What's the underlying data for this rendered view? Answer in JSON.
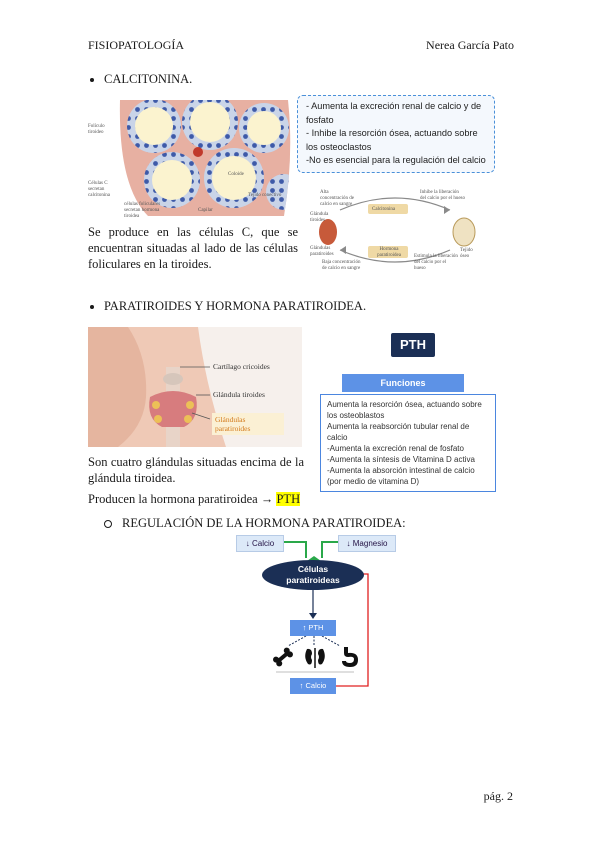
{
  "header": {
    "left": "FISIOPATOLOGÍA",
    "right": "Nerea García Pato"
  },
  "calcitonina": {
    "heading": "CALCITONINA.",
    "image_labels": {
      "foliculo": "Folículo tiroideo",
      "celulas_c": "Células C secretan calcitonina",
      "celulas_foliculares": "células foliculares secretan hormona tiroidea",
      "coloide": "Coloide",
      "capilar": "Capilar",
      "tejido": "Tejido conectivo"
    },
    "paragraph": "Se produce en las células C, que se encuentran situadas al lado de las células foliculares en la tiroides.",
    "effects": [
      "- Aumenta la excreción renal de calcio y de fosfato",
      "- Inhibe la resorción ósea, actuando sobre los osteoclastos",
      "-No es esencial para la regulación del calcio"
    ],
    "diagram_labels": {
      "alta": "Alta concentración de calcio en sangre",
      "tiroides": "Glándula tiroides",
      "calcitonina": "Calcitonina",
      "paratiroides": "Glándulas paratiroides",
      "hormona": "Hormona paratiroidea",
      "baja": "Baja concentración de calcio en sangre",
      "inhibe": "Inhibe la liberación del calcio por el hueso",
      "estimula": "Estimula la liberación del calcio por el hueso",
      "tejido_oseo": "Tejido óseo"
    }
  },
  "paratiroides": {
    "heading": "PARATIROIDES Y HORMONA PARATIROIDEA.",
    "anatomy_labels": {
      "cricoides": "Cartílago cricoides",
      "tiroides": "Glándula tiroides",
      "paratiroides_1": "Glándulas",
      "paratiroides_2": "paratiroides"
    },
    "paragraph": "Son cuatro glándulas situadas encima de la glándula tiroidea.",
    "produce_text": "Producen la hormona paratiroidea → ",
    "produce_highlight": "PTH",
    "pth_title": "PTH",
    "funciones_title": "Funciones",
    "funciones": [
      "Aumenta la resorción ósea, actuando sobre los osteoblastos",
      "Aumenta la reabsorción tubular renal de calcio",
      "-Aumenta la excreción renal de fosfato",
      "-Aumenta la síntesis de Vitamina D activa",
      "-Aumenta la absorción intestinal de calcio (por medio de vitamina D)"
    ],
    "regulation_heading": "REGULACIÓN DE LA HORMONA PARATIROIDEA:",
    "regulation": {
      "calcio_low": "↓ Calcio",
      "magnesio_low": "↓ Magnesio",
      "cells_1": "Células",
      "cells_2": "paratiroideas",
      "pth_up": "↑ PTH",
      "calcio_up": "↑ Calcio"
    }
  },
  "footer": {
    "page": "pág. 2"
  },
  "colors": {
    "navy": "#1b2f55",
    "blue": "#5d92e6",
    "green": "#2aa84a",
    "red": "#e02020",
    "highlight": "#ffff00"
  }
}
